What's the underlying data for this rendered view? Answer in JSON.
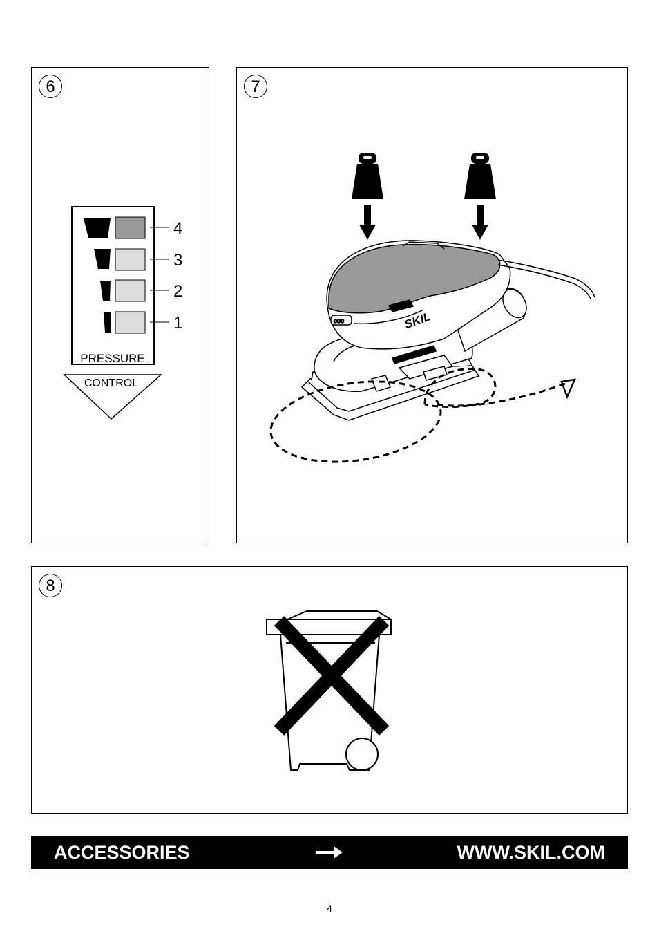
{
  "panel6": {
    "number": "6",
    "pressure_levels": [
      {
        "label": "4",
        "active": true
      },
      {
        "label": "3",
        "active": false
      },
      {
        "label": "2",
        "active": false
      },
      {
        "label": "1",
        "active": false
      }
    ],
    "gauge_caption": "PRESSURE",
    "triangle_caption": "CONTROL"
  },
  "panel7": {
    "number": "7",
    "brand_logo": "SKIL"
  },
  "panel8": {
    "number": "8",
    "symbol": "crossed-out-wheelie-bin-icon"
  },
  "footer": {
    "left_label": "ACCESSORIES",
    "arrow": "right-arrow-icon",
    "right_label": "WWW.SKIL.COM"
  },
  "page_number": "4",
  "colors": {
    "active_fill": "#999999",
    "inactive_fill": "#dcdcdc",
    "sander_body": "#9a9a9a",
    "footer_bg": "#000000",
    "footer_text": "#ffffff"
  }
}
